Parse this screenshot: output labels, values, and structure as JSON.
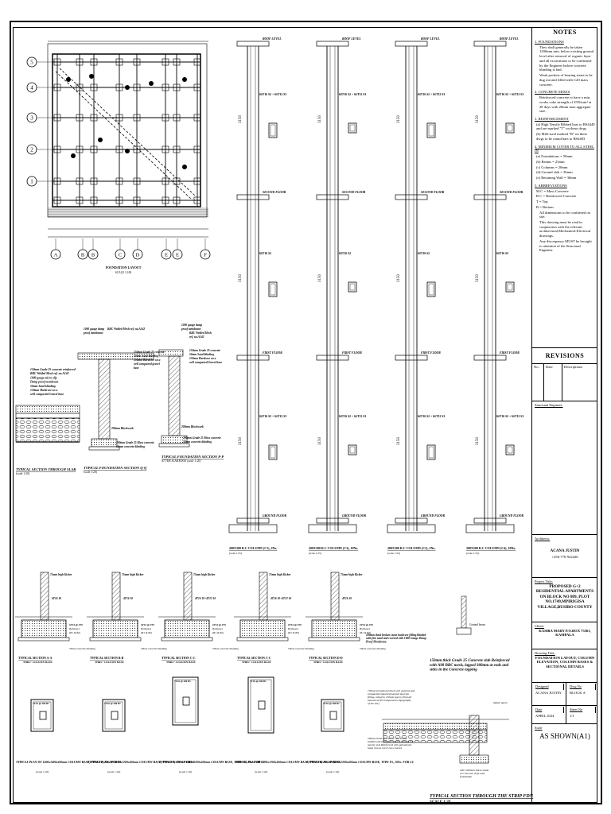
{
  "foundation_plan": {
    "row_markers": [
      "5",
      "4",
      "3",
      "2",
      "1"
    ],
    "column_markers": [
      "A",
      "B",
      "C",
      "D",
      "E",
      "F"
    ],
    "title": "FOUNDATION LAYOUT",
    "scale": "SCALE 1:100"
  },
  "column_elevations": {
    "levels": {
      "roof": "ROOF LEVEL",
      "second": "SECOND FLOOR",
      "first": "FIRST FLOOR",
      "ground": "GROUND FLOOR"
    },
    "height_label": "3150",
    "rebar_labels": [
      "6#T16 S2 + 6#T12 S3",
      "6#T16 S2",
      "6#T16 S2 + 6#T12 S3",
      "6#T16 S2"
    ],
    "titles": [
      "200X300 R.C COLUMN (C1), 2No.",
      "200X300 R.C COLUMN (C3), 10No.",
      "200X300 R.C COLUMN (C2), 2No.",
      "200X200 R.C COLUMN (C4), 10No."
    ],
    "scale": "(scale 1:25)"
  },
  "sections": {
    "slab": {
      "title": "TYPICAL SECTION THROUGH SLAB",
      "scale": "(scale 1:20)",
      "notes": [
        "150mm Grade 25 concrete reinforced",
        "BRC Welded Mesh ref. no.A142",
        "1000 gauge micro slip",
        "Damp proof membrane",
        "50mm Sand blinding",
        "150mm Hardcore on a",
        "well compacted Gravel base"
      ]
    },
    "q": {
      "title": "TYPICAL FOUNDATION SECTION Q-Q",
      "scale": "(scale 1:20)",
      "notes": [
        "1000 gauge damp",
        "proof membrane",
        "BRC Welded Mesh ref. no.A142",
        "150mm Grade 25 concrete",
        "50mm Sand blinding",
        "150mm Hardcore on a",
        "well compacted gravel",
        "base",
        "200mm Blockwork",
        "200mm Grade 25 Mass concrete",
        "50mm concrete blinding"
      ]
    },
    "p": {
      "title": "TYPICAL FOUNDATION SECTION P-P",
      "subtitle": "AT THE SLAB EDGE (scale 1:20)",
      "notes": [
        "1000 gauge damp",
        "proof membrane",
        "BRC Welded Mesh",
        "ref. no.A142",
        "150mm Grade 25 concrete",
        "50mm Sand blinding",
        "150mm Hardcore on a",
        "well compacted Gravel base",
        "200mm Blockwork",
        "200mm Grade 25 Mass concrete",
        "50mm concrete blinding"
      ]
    }
  },
  "column_bases": {
    "kicker": "75mm high Kicker",
    "bars": [
      "6T16 10",
      "4T16 10",
      "4T16 10+4T12 10",
      "4T16 10+4T12 10",
      "4T16 10"
    ],
    "bottom_bars": "6T16 @ 250",
    "bottom_notes": [
      "Bothways",
      "(B1 & B2)"
    ],
    "blinding": "50mm concrete blinding",
    "titles": [
      "TYPICAL SECTION A-A",
      "TYPICAL SECTION B-B",
      "TYPICAL SECTION C-C",
      "TYPICAL SECTION C-C",
      "TYPICAL SECTION D-D"
    ],
    "subtitle": "THRU' COLUMN BASE",
    "plans": [
      "TYPICAL PLAN OF 1400x1400x450mm COLUMN BASE, TYPE F1, 2No. FOR C1",
      "TYPICAL PLAN OF 1200x1200x450mm COLUMN BASE, TYPE F2, 10No. FOR C3",
      "TYPICAL PLAN OF 1600x1200x450mm COLUMN BASE, TYPE F3, 2No. FOR C2",
      "TYPICAL PLAN OF 1700x1200x450mm COLUMN BASE, TYPE F4, 2No. FOR C2",
      "TYPICAL PLAN OF 1200x1200x450mm COLUMN BASE, TYPE F5, 10No. FOR C4"
    ],
    "plan_bar": "7T16 @ 200 B1",
    "plan_scale": "(scale 1:20)"
  },
  "strip": {
    "title": "TYPICAL SECTION THROUGH THE STRIP FDN",
    "scale": "SCALE 1:20",
    "note_block": "200mm thick broken stone hardcore filling blinded with fine sand and covered with 1000 Gauge Damp Proof Membrane.",
    "slab_note": "150mm thick Grade 25 Concrete slab Reinforced with A98 BRC mesh, lapped 300mm at ends and sides in the Concrete topping",
    "left_notes": "150mm (minimum) thick well watered and compacted imported natural murram filling, rolled in 150mm layers (Overall amount of fill to depend on topography of the site)",
    "wall_notes": "200mm thick well burnt clay bricks, bedded and jointed in cement sand (1:4) mortar and Reinforced with galvanised hoop iron at every two courses.",
    "footing_note": "200 x 600mm thick Grade 25 Concrete strip wall foundation",
    "ground_beam": "Ground beam",
    "right_note": "Splash apron"
  },
  "title_block": {
    "notes_title": "NOTES",
    "notes": [
      "1. FOUNDATIONS",
      "They shall generally be taken 1200mm min. below existing ground level after removal of organic layer and all excavations to be confirmed by the Engineer before concrete blinding is laid.",
      "Weak pockets of bearing strata to be dug out and filled with C20 mass concrete.",
      "2. CONCRETE MIXES",
      "Reinforced concrete to have a min. works cube strength of 25N/mm² at 28 days with 20mm max.aggregate size.",
      "3. REINFORCEMENT",
      "(a) High Tensile Ribbed bars to BS4449 and are marked \"T\" on these dwgs",
      "(b) Mild steel marked \"R\" on these dwgs to be round bars to BS4483",
      "4. MINIMUM COVER TO ALL STEEL IN",
      "(a) Foundations = 50mm",
      "(b) Beams = 25mm",
      "(c) Columns = 20mm",
      "(d) Ground slab = 30mm",
      "(e) Retaining Wall = 30mm",
      "5. ABBREVIATIONS",
      "M.C = Mass Concrete",
      "R.C = Reinforced Concrete",
      "T = Top",
      "B = Bottom",
      "All dimensions to be confirmed on site.",
      "This drawing must be read in conjunction with the relevant architectural,Mechanical,Electrical drawings.",
      "Any discrepancy MUST be brought to attention of the Structural Engineer."
    ],
    "revisions": "REVISIONS",
    "rev_cols": [
      "No.",
      "Date",
      "Descriptions"
    ],
    "structural_engineer": "Structural Engineer:",
    "architects_label": "Architects:",
    "architect_name": "ACANA JUSTIN",
    "architect_phone": "+256-776-922426",
    "project_label": "Project Title:",
    "project_title": "PROPOSED G+2 RESIDENTIAL APARTMENTS ON BLOCK NO 809, PLOT NO.1749,MPIRIGISA VILLAGE,BUSIRO COUNTY",
    "client_label": "Client:",
    "client": "KASIBA MARY P.O.BOX 75361, KAMPALA",
    "drawing_label": "Drawing Title:",
    "drawing_title": "FOUNDATION LAYOUT, COLUMN ELEVATION, COLUMN BASES & SECTIONAL DETAILS",
    "designed_label": "Designed",
    "designed": "ACANA JUSTIN",
    "dwg_label": "Dwg No",
    "dwg": "BLOCK A",
    "date_label": "Date",
    "date": "APRIL 2024",
    "sheet_label": "Sheet No",
    "sheet": "1/1",
    "scale_label": "Scale",
    "scale": "AS SHOWN(A1)"
  }
}
